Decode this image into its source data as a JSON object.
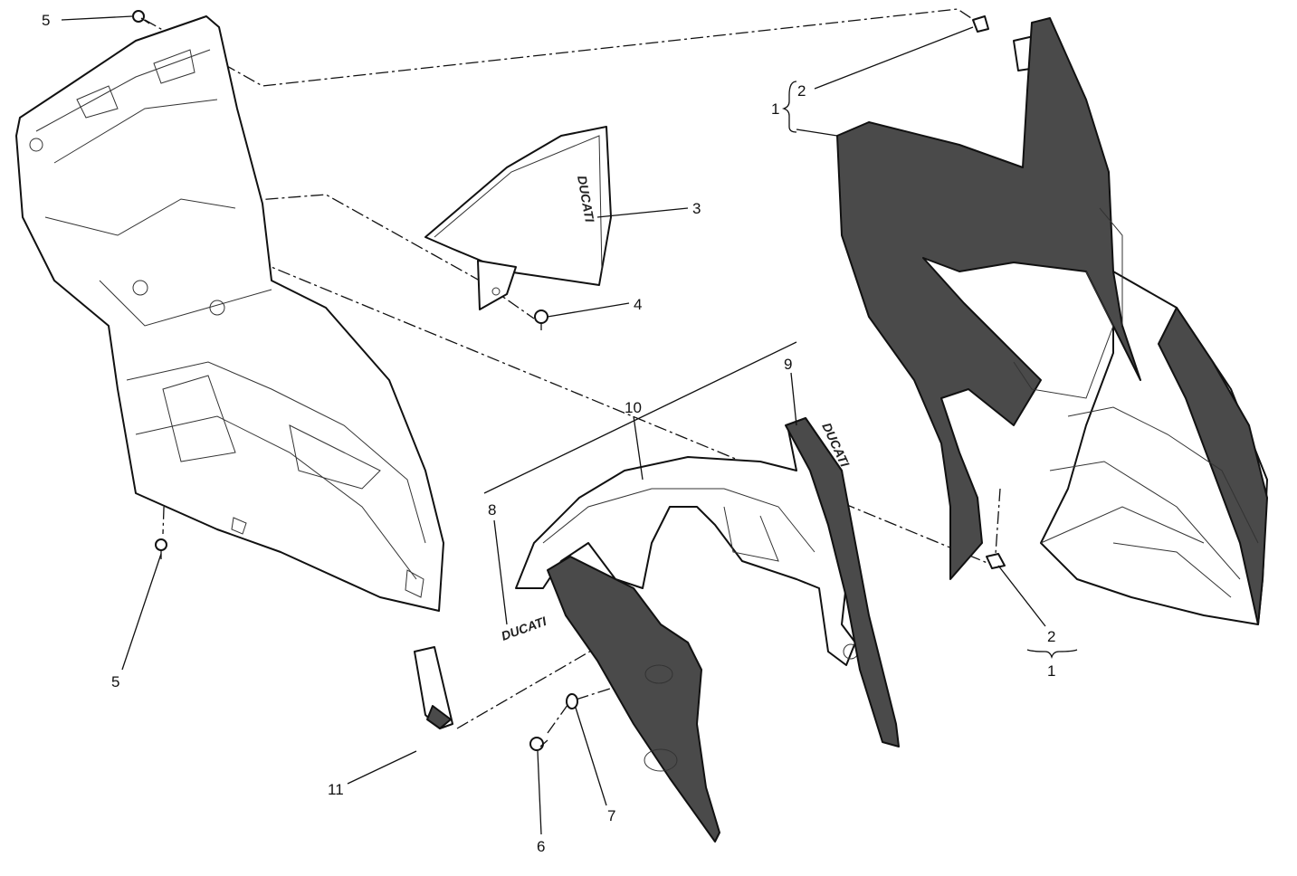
{
  "diagram": {
    "callouts": {
      "c5_top": "5",
      "c2_top": "2",
      "c1_top": "1",
      "c3": "3",
      "c4": "4",
      "c10": "10",
      "c9": "9",
      "c8": "8",
      "c5_bottom": "5",
      "c2_bottom": "2",
      "c1_bottom": "1",
      "c11": "11",
      "c7": "7",
      "c6": "6"
    },
    "decals": {
      "decal_8": "DUCATI",
      "decal_9": "DUCATI",
      "screen_logo": "DUCATI"
    },
    "colors": {
      "panel_dark": "#4a4a4a",
      "line": "#111111"
    }
  }
}
